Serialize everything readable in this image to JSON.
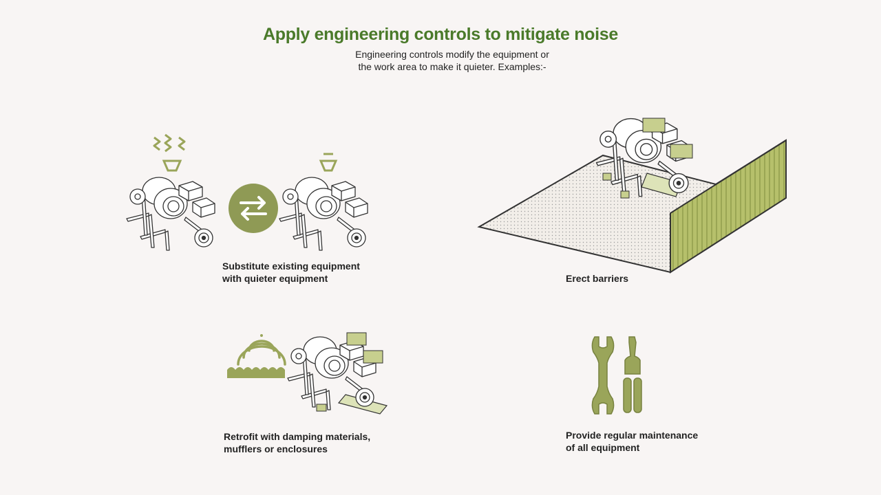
{
  "slide": {
    "title": "Apply engineering controls to mitigate noise",
    "subtitle_line1": "Engineering controls modify the equipment or",
    "subtitle_line2": "the work area to make it quieter. Examples:-"
  },
  "examples": [
    {
      "line1": "Substitute existing equipment",
      "line2": "with quieter equipment",
      "icon": "swap-icon"
    },
    {
      "line1": "Erect barriers",
      "line2": "",
      "icon": "barrier-icon"
    },
    {
      "line1": "Retrofit with damping materials,",
      "line2": "mufflers or enclosures",
      "icon": "damping-icon"
    },
    {
      "line1": "Provide regular maintenance",
      "line2": "of all equipment",
      "icon": "tools-icon"
    }
  ],
  "colors": {
    "accent": "#4a7a2a",
    "olive": "#9aa55a",
    "olive_light": "#c7cf8e",
    "text": "#222222",
    "background": "#f8f5f4"
  }
}
